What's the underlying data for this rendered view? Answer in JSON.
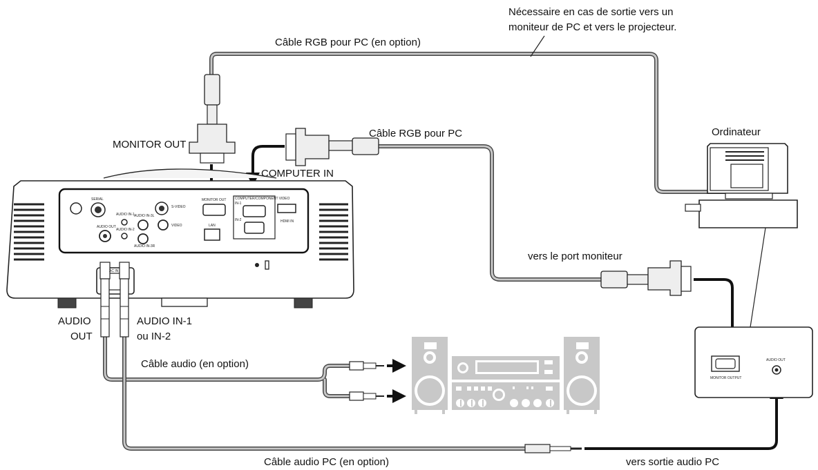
{
  "labels": {
    "note_line1": "Nécessaire en cas de sortie vers un",
    "note_line2": "moniteur de PC et vers le projecteur.",
    "rgb_cable_optional": "Câble RGB pour PC (en option)",
    "rgb_cable": "Câble RGB pour PC",
    "monitor_out": "MONITOR OUT",
    "computer_in": "COMPUTER IN",
    "computer": "Ordinateur",
    "to_monitor_port": "vers le port moniteur",
    "audio_out_line1": "AUDIO",
    "audio_out_line2": "OUT",
    "audio_in_line1": "AUDIO IN-1",
    "audio_in_line2": "ou IN-2",
    "audio_cable_optional": "Câble audio (en option)",
    "pc_audio_cable_optional": "Câble audio PC (en option)",
    "to_pc_audio_out": "vers sortie audio PC"
  },
  "panel_labels": {
    "serial": "SERIAL",
    "audio_in_1": "AUDIO IN-1",
    "audio_in_2": "AUDIO IN-2",
    "audio_in_3l": "AUDIO IN-3L",
    "audio_in_3r": "AUDIO IN-3R",
    "s_video": "S-VIDEO",
    "video": "VIDEO",
    "audio_out": "AUDIO OUT",
    "monitor_out": "MONITOR OUT",
    "lan": "LAN",
    "computer_component": "COMPUTER/COMPONENT VIDEO",
    "in_1": "IN-1",
    "in_2": "IN-2",
    "hdmi_in": "HDMI IN",
    "ac_in": "AC IN"
  },
  "pc_panel": {
    "monitor_output": "MONITOR OUTPUT",
    "audio_out": "AUDIO OUT"
  }
}
